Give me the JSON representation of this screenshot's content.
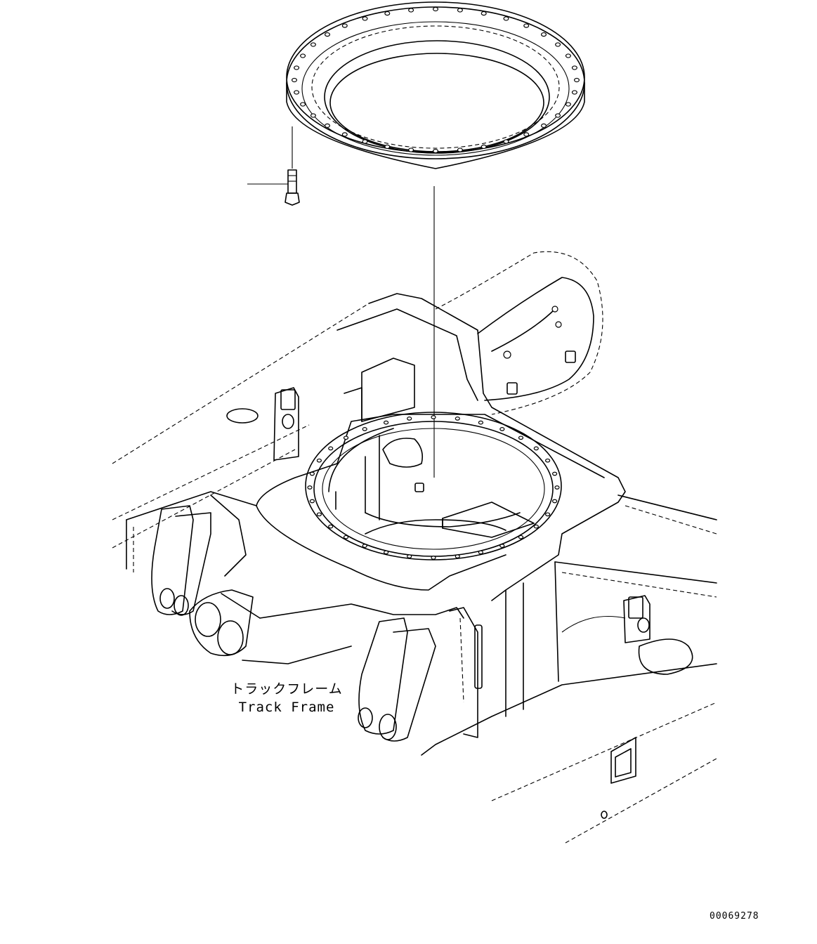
{
  "labels": {
    "track_frame_jp": "トラックフレーム",
    "track_frame_en": "Track Frame"
  },
  "drawing_number": "00069278",
  "colors": {
    "line": "#000000",
    "background": "#ffffff"
  },
  "icons": [
    "swing-circle-bearing",
    "mounting-bolt",
    "track-frame"
  ]
}
